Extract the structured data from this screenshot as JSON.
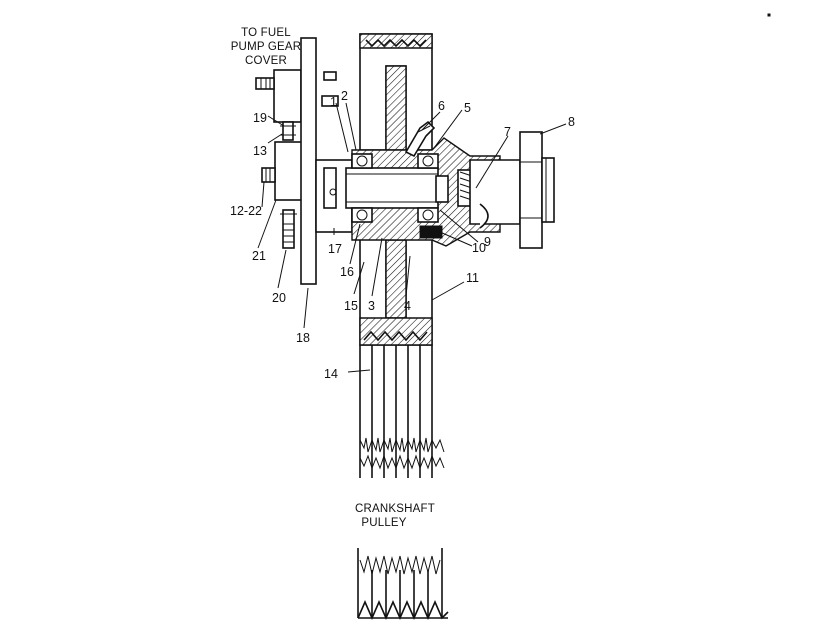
{
  "diagram": {
    "captions": {
      "fuel_pump": [
        "TO FUEL",
        "PUMP GEAR",
        "COVER"
      ],
      "crankshaft": [
        "CRANKSHAFT",
        "PULLEY"
      ]
    },
    "callouts": {
      "c1": "1",
      "c2": "2",
      "c3": "3",
      "c4": "4",
      "c5": "5",
      "c6": "6",
      "c7": "7",
      "c8": "8",
      "c9": "9",
      "c10": "10",
      "c11": "11",
      "c12_22": "12-22",
      "c13": "13",
      "c14": "14",
      "c15": "15",
      "c16": "16",
      "c17": "17",
      "c18": "18",
      "c19": "19",
      "c20": "20",
      "c21": "21"
    }
  }
}
